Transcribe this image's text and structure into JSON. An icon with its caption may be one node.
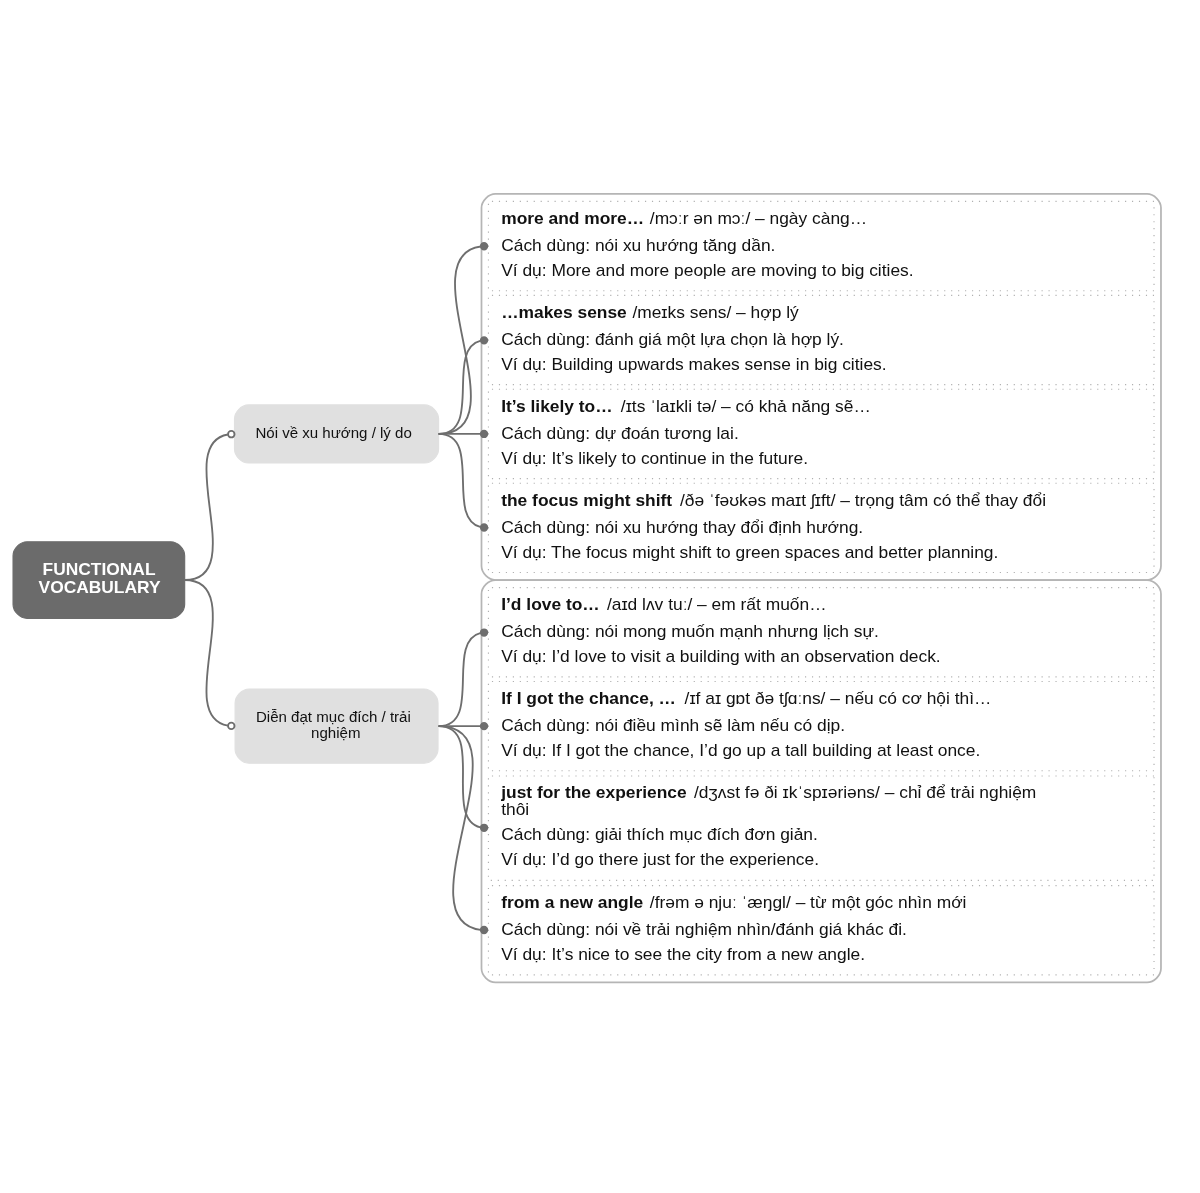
{
  "diagram": {
    "nodes": [
      {
        "text": [
          "FUNCTIONAL VOCABULARY"
        ]
      },
      {
        "text": [
          "Nói về xu hướng / lý do"
        ]
      },
      {
        "text": [],
        "shape": "box"
      },
      {
        "text": [
          "**more and more…** /mɔːr ən mɔː/ – ngày càng…",
          "Cách dùng: nói xu hướng tăng dần.",
          "Ví dụ: More and more people are moving to big cities."
        ],
        "in": 2
      },
      {
        "text": [
          "**…makes sense** /meɪks sens/ – hợp lý",
          "Cách dùng: đánh giá một lựa chọn là hợp lý.",
          "Ví dụ: Building upwards makes sense in big cities."
        ],
        "in": 2
      },
      {
        "text": [
          "**It’s likely to…** /ɪts ˈlaɪkli tə/ – có khả năng sẽ…",
          "Cách dùng: dự đoán tương lai.",
          "Ví dụ: It’s likely to continue in the future."
        ],
        "in": 2
      },
      {
        "text": [
          "**the focus might shift** /ðə ˈfəʊkəs maɪt ʃɪft/ – trọng tâm có thể thay đổi",
          "Cách dùng: nói xu hướng thay đổi định hướng.",
          "Ví dụ: The focus might shift to green spaces and better planning."
        ],
        "in": 2
      },
      {
        "text": [
          "Diễn đạt mục đích / trải nghiệm"
        ]
      },
      {
        "text": [],
        "shape": "box"
      },
      {
        "text": [
          "**I’d love to…** /aɪd lʌv tuː/ – em rất muốn…",
          "Cách dùng: nói mong muốn mạnh nhưng lịch sự.",
          "Ví dụ: I’d love to visit a building with an observation deck."
        ],
        "in": 8
      },
      {
        "text": [
          "**If I got the chance, …** /ɪf aɪ ɡɒt ðə tʃɑːns/ – nếu có cơ hội thì…",
          "Cách dùng: nói điều mình sẽ làm nếu có dịp.",
          "Ví dụ: If I got the chance, I’d go up a tall building at least once."
        ],
        "in": 8
      },
      {
        "text": [
          "**just for the experience** /dʒʌst fə ði ɪkˈspɪəriəns/ – chỉ để trải nghiệm thôi",
          "Cách dùng: giải thích mục đích đơn giản.",
          "Ví dụ: I’d go there just for the experience."
        ],
        "in": 8
      },
      {
        "text": [
          "**from a new angle** /frəm ə njuː ˈæŋɡl/ – từ một góc nhìn mới",
          "Cách dùng: nói về trải nghiệm nhìn/đánh giá khác đi.",
          "Ví dụ: It’s nice to see the city from a new angle."
        ],
        "in": 8
      }
    ],
    "edges": [
      {
        "from": 0,
        "to": 1,
        "arrow": "other"
      },
      {
        "from": 1,
        "to": 3,
        "arrow": "other"
      },
      {
        "from": 1,
        "to": 4,
        "arrow": "other"
      },
      {
        "from": 1,
        "to": 5,
        "arrow": "other"
      },
      {
        "from": 1,
        "to": 6,
        "arrow": "other"
      },
      {
        "from": 0,
        "to": 7,
        "arrow": "other"
      },
      {
        "from": 7,
        "to": 9,
        "arrow": "other"
      },
      {
        "from": 7,
        "to": 10,
        "arrow": "other"
      },
      {
        "from": 7,
        "to": 11,
        "arrow": "other"
      },
      {
        "from": 7,
        "to": 12,
        "arrow": "other"
      }
    ]
  }
}
